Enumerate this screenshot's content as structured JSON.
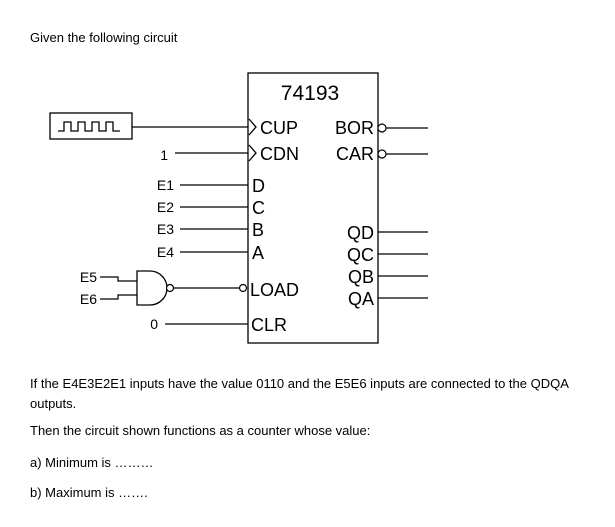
{
  "intro": "Given the following circuit",
  "circuit": {
    "chip": "74193",
    "pins_left": {
      "cup": "CUP",
      "cdn": "CDN",
      "d": "D",
      "c": "C",
      "b": "B",
      "a": "A",
      "load": "LOAD",
      "clr": "CLR"
    },
    "pins_right": {
      "bor": "BOR",
      "car": "CAR",
      "qd": "QD",
      "qc": "QC",
      "qb": "QB",
      "qa": "QA"
    },
    "inputs": {
      "cdn_val": "1",
      "e1": "E1",
      "e2": "E2",
      "e3": "E3",
      "e4": "E4",
      "e5": "E5",
      "e6": "E6",
      "clr_val": "0"
    }
  },
  "question": "If the E4E3E2E1 inputs have the value 0110 and the E5E6 inputs are connected to the QDQA outputs.",
  "then": "Then the circuit shown functions as a counter whose value:",
  "answers": {
    "a": "a) Minimum is ………",
    "b": "b) Maximum is ……."
  }
}
